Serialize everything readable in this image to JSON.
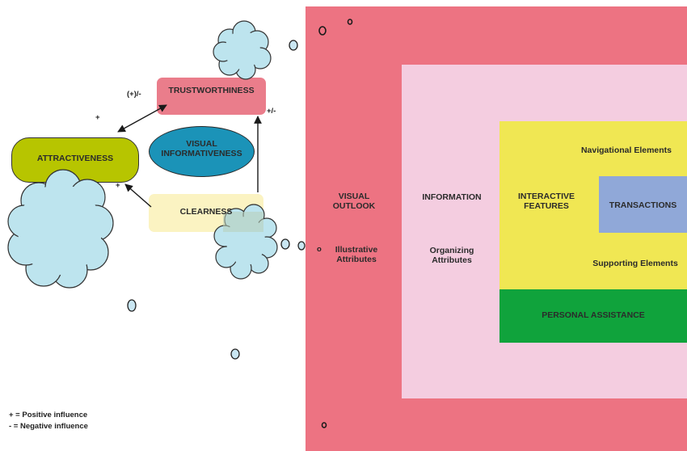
{
  "nodes": {
    "trustworthiness": "TRUSTWORTHINESS",
    "attractiveness": "ATTRACTIVENESS",
    "visual_informativeness_line1": "VISUAL",
    "visual_informativeness_line2": "INFORMATIVENESS",
    "clearness": "CLEARNESS"
  },
  "edges": {
    "attr_trust": "(+)/-",
    "attr_plus": "+",
    "clear_plus": "+",
    "clear_trust": "+/-"
  },
  "legend": {
    "positive": "+ = Positive influence",
    "negative": "- = Negative influence"
  },
  "layers": {
    "visual_outlook_line1": "VISUAL",
    "visual_outlook_line2": "OUTLOOK",
    "illustrative_line1": "Illustrative",
    "illustrative_line2": "Attributes",
    "information": "INFORMATION",
    "organizing_line1": "Organizing",
    "organizing_line2": "Attributes",
    "interactive_line1": "INTERACTIVE",
    "interactive_line2": "FEATURES",
    "navigational": "Navigational Elements",
    "transactions": "TRANSACTIONS",
    "supporting": "Supporting Elements",
    "personal_assistance": "PERSONAL ASSISTANCE"
  },
  "marks": {
    "small_o": "o"
  },
  "colors": {
    "outer_layer": "#ed7382",
    "information_layer": "#f4cde0",
    "interactive_layer": "#f0e753",
    "transactions": "#90a8d8",
    "personal_assistance": "#10a33c",
    "trustworthiness": "#ea7d8b",
    "attractiveness": "#b7c500",
    "visual_informativeness": "#1b93b8",
    "clearness": "#fbf3c2",
    "cloud": "#bde4ee"
  }
}
